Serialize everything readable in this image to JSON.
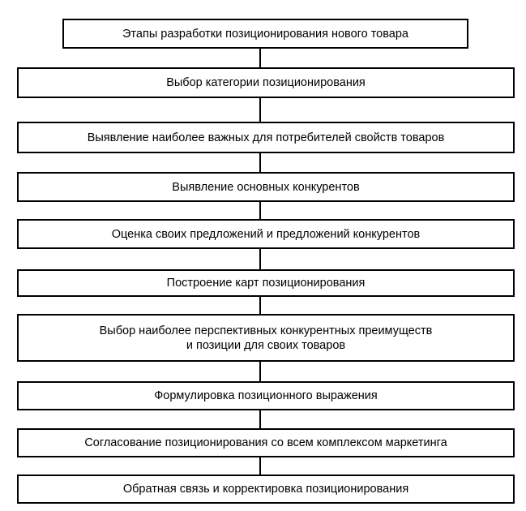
{
  "title": "Этапы разработки позиционирования нового товара",
  "steps": [
    "Выбор категории позиционирования",
    "Выявление наиболее важных для потребителей свойств товаров",
    "Выявление основных конкурентов",
    "Оценка своих предложений и предложений конкурентов",
    "Построение карт позиционирования",
    "Выбор наиболее перспективных конкурентных преимуществ\nи позиции для своих товаров",
    "Формулировка позиционного выражения",
    "Согласование позиционирования со всем комплексом маркетинга",
    "Обратная связь и корректировка позиционирования"
  ]
}
